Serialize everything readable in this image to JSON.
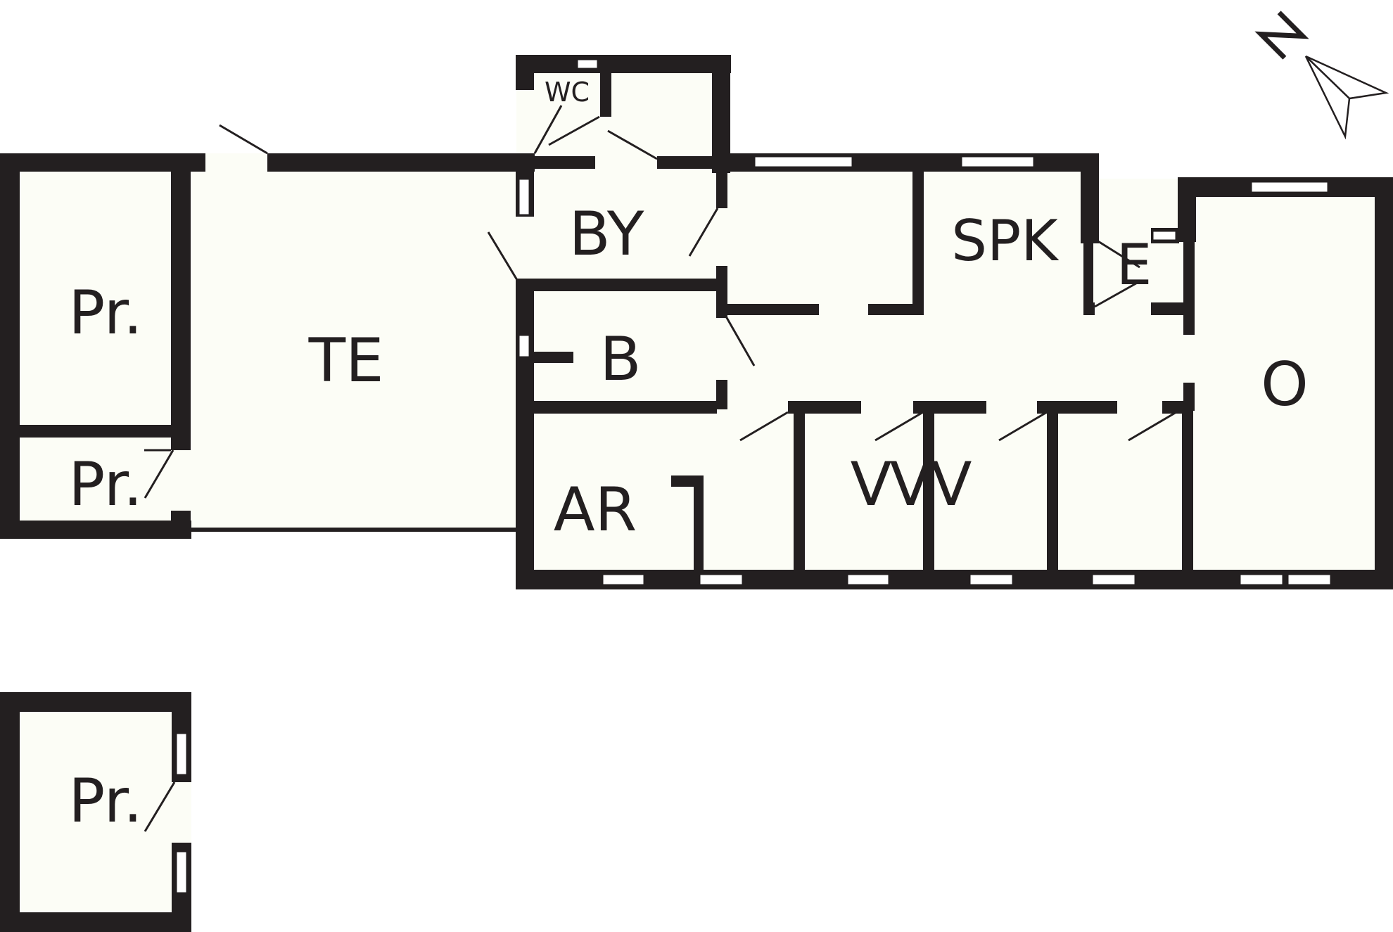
{
  "rooms": {
    "pr_top": "Pr.",
    "pr_small": "Pr.",
    "pr_bottom": "Pr.",
    "te": "TE",
    "wc": "WC",
    "by": "BY",
    "b": "B",
    "spk": "SPK",
    "e": "E",
    "o": "O",
    "ar": "AR",
    "v1": "V",
    "v2": "V",
    "v3": "V"
  },
  "compass": {
    "letter": "N",
    "icon": "north-arrow-icon"
  },
  "colors": {
    "wall": "#231f20",
    "floor": "#fcfdf6",
    "window": "#ffffff"
  }
}
